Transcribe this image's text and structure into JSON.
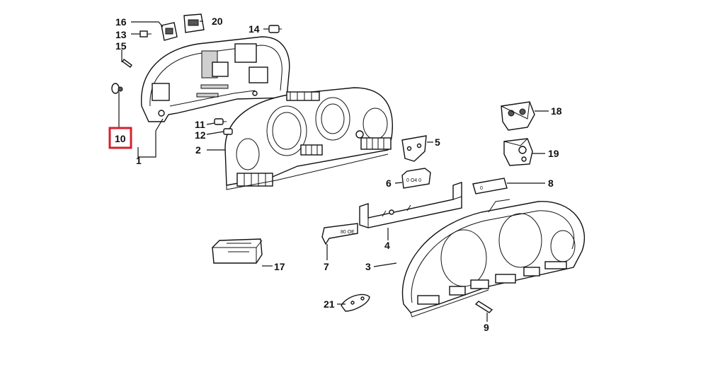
{
  "diagram": {
    "highlight_color": "#d62030",
    "highlighted_part": "10",
    "callouts": {
      "c1": "1",
      "c2": "2",
      "c3": "3",
      "c4": "4",
      "c5": "5",
      "c6": "6",
      "c7": "7",
      "c8": "8",
      "c9": "9",
      "c10": "10",
      "c11": "11",
      "c12": "12",
      "c13": "13",
      "c14": "14",
      "c15": "15",
      "c16": "16",
      "c17": "17",
      "c18": "18",
      "c19": "19",
      "c20": "20",
      "c21": "21"
    },
    "part_markings": {
      "p7": "80 OE",
      "p8": "0",
      "p6": "0 O4 0"
    }
  }
}
